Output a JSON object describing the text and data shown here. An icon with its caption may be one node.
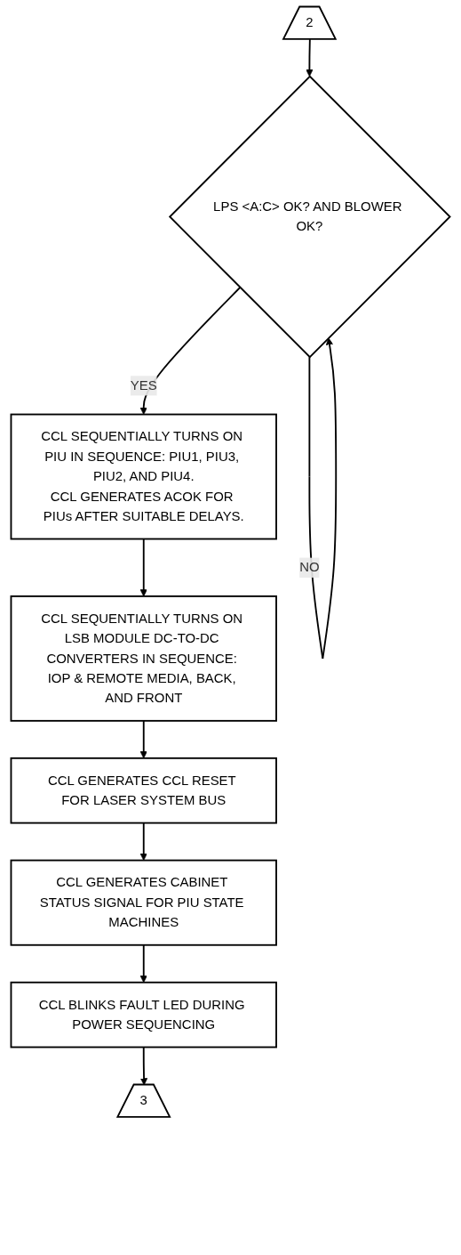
{
  "diagram": {
    "nodes": [
      {
        "text": [
          "2"
        ]
      },
      {
        "text": [
          "LPS <A:C> OK? AND BLOWER OK?"
        ]
      },
      {
        "text": [
          "CCL SEQUENTIALLY TURNS ON PIU IN SEQUENCE: PIU1, PIU3, PIU2, AND PIU4.",
          "CCL GENERATES ACOK FOR PIUs AFTER SUITABLE DELAYS."
        ]
      },
      {
        "text": [
          "CCL SEQUENTIALLY TURNS ON LSB MODULE DC-TO-DC CONVERTERS IN SEQUENCE: IOP & REMOTE MEDIA, BACK, AND FRONT"
        ]
      },
      {
        "text": [
          "CCL GENERATES CCL RESET FOR LASER SYSTEM BUS"
        ]
      },
      {
        "text": [
          "CCL GENERATES CABINET STATUS SIGNAL FOR PIU STATE MACHINES"
        ]
      },
      {
        "text": [
          "CCL BLINKS FAULT LED DURING POWER SEQUENCING"
        ]
      },
      {
        "text": [
          "3"
        ]
      }
    ],
    "edges": [
      {
        "from": 0,
        "to": 1,
        "arrow": "to"
      },
      {
        "from": 1,
        "to": 1,
        "arrow": "to",
        "label": "NO"
      },
      {
        "from": 1,
        "to": 2,
        "arrow": "to",
        "label": "YES"
      },
      {
        "from": 2,
        "to": 3,
        "arrow": "to"
      },
      {
        "from": 3,
        "to": 4,
        "arrow": "to"
      },
      {
        "from": 4,
        "to": 5,
        "arrow": "to"
      },
      {
        "from": 5,
        "to": 6,
        "arrow": "to"
      },
      {
        "from": 6,
        "to": 7,
        "arrow": "to"
      }
    ]
  }
}
